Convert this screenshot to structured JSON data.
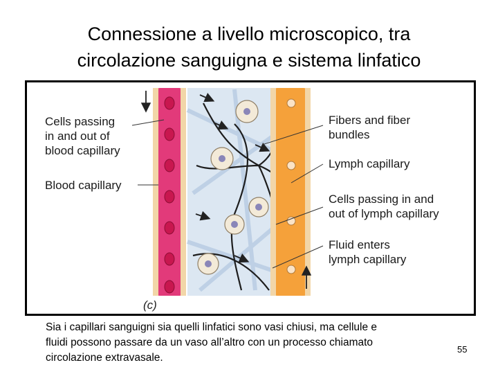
{
  "slide": {
    "title_line1": "Connessione a livello microscopico, tra",
    "title_line2": "circolazione sanguigna e sistema linfatico",
    "caption_line1": "Sia i capillari sanguigni sia quelli linfatici sono vasi chiusi, ma cellule e",
    "caption_line2": "fluidi possono passare da un vaso all’altro con  un processo chiamato",
    "caption_line3": "circolazione extravasale.",
    "page_number": "55"
  },
  "figure": {
    "panel_letter": "(c)",
    "labels": {
      "cells_blood_1": "Cells passing",
      "cells_blood_2": "in and out of",
      "cells_blood_3": "blood capillary",
      "blood_capillary": "Blood capillary",
      "fibers_1": "Fibers and fiber",
      "fibers_2": "bundles",
      "lymph_capillary": "Lymph capillary",
      "cells_lymph_1": "Cells passing in and",
      "cells_lymph_2": "out of lymph capillary",
      "fluid_1": "Fluid enters",
      "fluid_2": "lymph capillary"
    },
    "colors": {
      "blood_vessel": "#e23a7a",
      "lymph_vessel": "#f5a13a",
      "interstitium": "#dce7f2"
    }
  }
}
